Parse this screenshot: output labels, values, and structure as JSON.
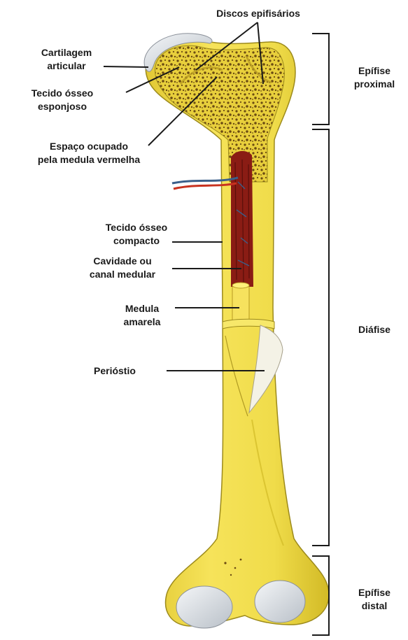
{
  "colors": {
    "bone": "#f0dc4a",
    "bone_shade": "#d9c22a",
    "bone_edge": "#9c8a1c",
    "spongy": "#6b4b12",
    "red_marrow": "#8a1c14",
    "yellow_marrow": "#f6e25e",
    "cartilage": "#d8dde3",
    "artery": "#c8321f",
    "vein": "#3a5f8a",
    "line": "#1a1a1a"
  },
  "labels": {
    "discos": "Discos epifisários",
    "cartilagem": "Cartilagem\narticular",
    "tecido_esponjoso": "Tecido ósseo\nesponjoso",
    "espaco_medula": "Espaço ocupado\npela medula vermelha",
    "tecido_compacto": "Tecido ósseo\ncompacto",
    "cavidade": "Cavidade ou\ncanal medular",
    "medula_amarela": "Medula\namarela",
    "periostio": "Perióstio",
    "epifise_proximal": "Epífise\nproximal",
    "diafise": "Diáfise",
    "epifise_distal": "Epífise\ndistal"
  }
}
